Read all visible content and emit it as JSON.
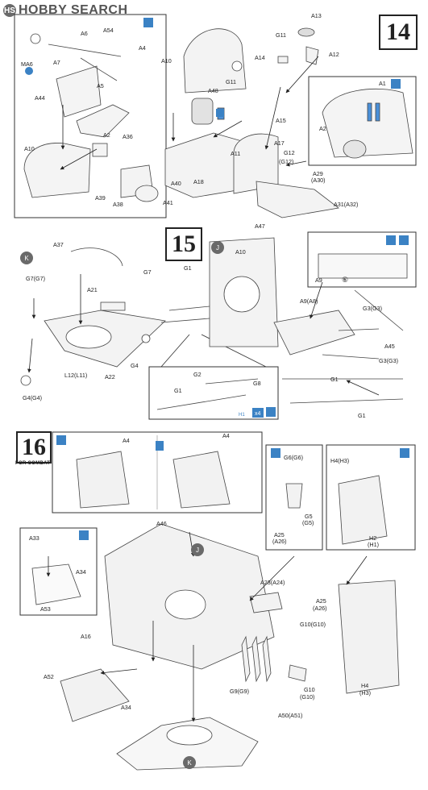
{
  "logo": {
    "mark": "HS",
    "text": "HOBBY SEARCH"
  },
  "steps": {
    "s14": "14",
    "s15": "15",
    "s16": "16",
    "s16_note": "FOR COMBAT"
  },
  "markers": {
    "k": "K",
    "j": "J"
  },
  "icons": {
    "x4": "x4",
    "circled6": "⑥",
    "h1": "H1"
  },
  "labels": {
    "A4_p14": "A4",
    "A54": "A54",
    "A6": "A6",
    "A7": "A7",
    "MA6": "MA6",
    "A5": "A5",
    "A44": "A44",
    "A2_p14": "A2",
    "A36": "A36",
    "A10_p14": "A10",
    "A10_p14b": "A10",
    "A48": "A48",
    "A11": "A11",
    "A18": "A18",
    "A40": "A40",
    "A39": "A39",
    "A38": "A38",
    "A41": "A41",
    "A13": "A13",
    "G11a": "G11",
    "G11b": "G11",
    "A12": "A12",
    "A14": "A14",
    "A15": "A15",
    "A17": "A17",
    "G12": "G12",
    "G12p": "(G12)",
    "A29": "A29",
    "A30": "(A30)",
    "A31": "A31(A32)",
    "A1": "A1",
    "A2_inset": "A2",
    "A37": "A37",
    "G7": "G7(G7)",
    "G7b": "G7",
    "A21": "A21",
    "A22": "A22",
    "L12": "L12(L11)",
    "G4a": "G4",
    "G4b": "G4(G4)",
    "G1a": "G1",
    "A47": "A47",
    "A10_p15": "A10",
    "A9": "A9",
    "A9A8": "A9(A8)",
    "G3": "G3(G3)",
    "A45": "A45",
    "G3b": "G3(G3)",
    "G1b": "G1",
    "G1c": "G1",
    "G2": "G2",
    "G8": "G8",
    "G1d": "G1",
    "A4_p16a": "A4",
    "A4_p16b": "A4",
    "A46": "A46",
    "A33": "A33",
    "A34a": "A34",
    "A53": "A53",
    "A16": "A16",
    "A52": "A52",
    "A34b": "A34",
    "G6": "G6(G6)",
    "G5": "G5",
    "G5p": "(G5)",
    "A25a": "A25",
    "A26a": "(A26)",
    "H4a": "H4(H3)",
    "H2": "H2",
    "H1": "(H1)",
    "A23": "A23(A24)",
    "A25b": "A25",
    "A26b": "(A26)",
    "G10a": "G10(G10)",
    "G9": "G9(G9)",
    "G10b": "G10",
    "G10bp": "(G10)",
    "A50": "A50(A51)",
    "H4b": "H4",
    "H3": "(H3)"
  }
}
